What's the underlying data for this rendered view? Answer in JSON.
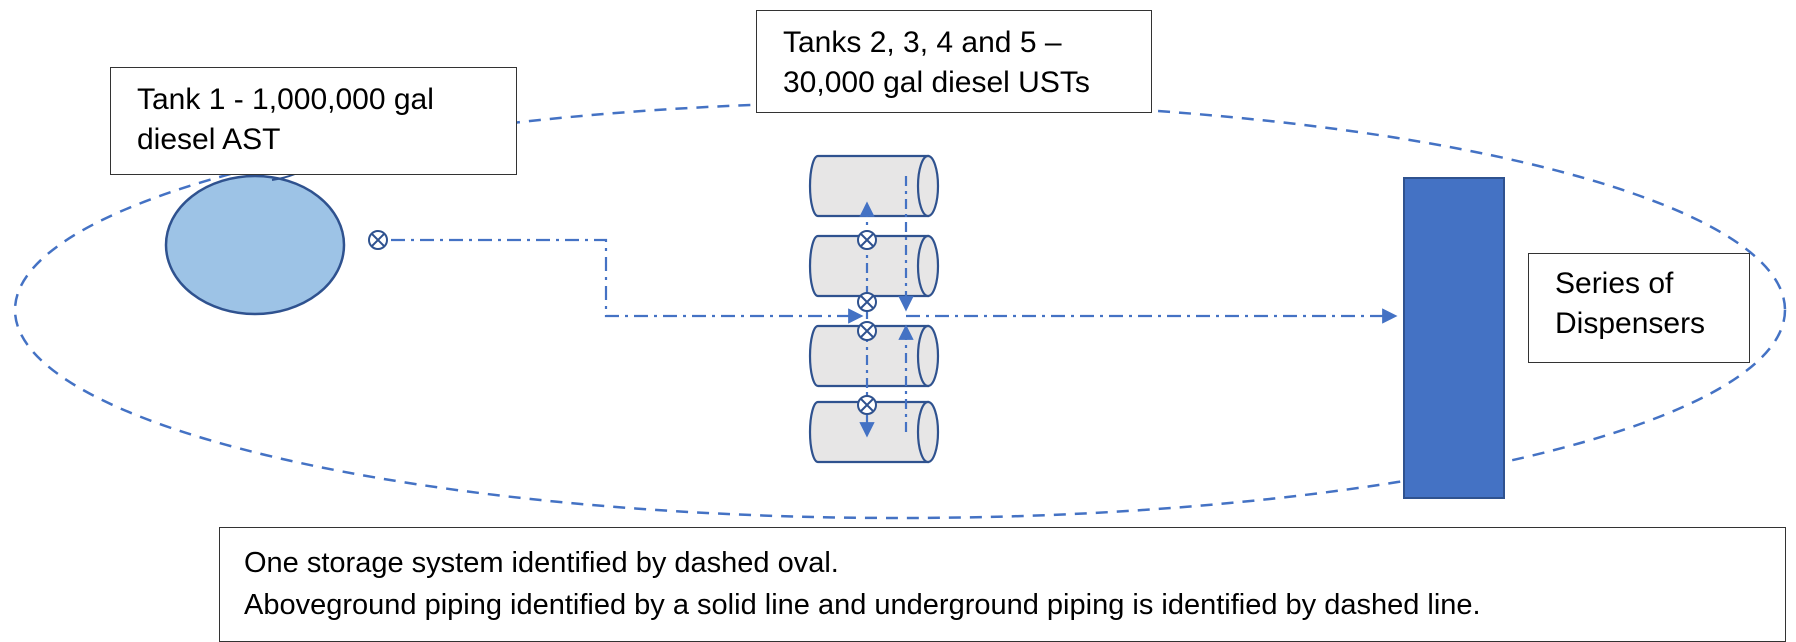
{
  "labels": {
    "tank1": "Tank 1 - 1,000,000 gal\ndiesel AST",
    "usts": "Tanks 2, 3, 4 and 5 –\n30,000 gal diesel USTs",
    "dispensers": "Series of\nDispensers"
  },
  "notes": {
    "line1": "One storage system identified by dashed oval.",
    "line2": "Aboveground piping identified by a solid line and underground piping is identified by dashed line."
  },
  "colors": {
    "line_blue": "#4472C4",
    "ast_fill": "#9DC3E6",
    "tank_fill": "#E7E6E6",
    "dispenser_fill": "#4472C4",
    "outline": "#2F528F"
  },
  "icons": {
    "valve": "valve-circle-x-icon",
    "arrow": "arrowhead-icon"
  }
}
